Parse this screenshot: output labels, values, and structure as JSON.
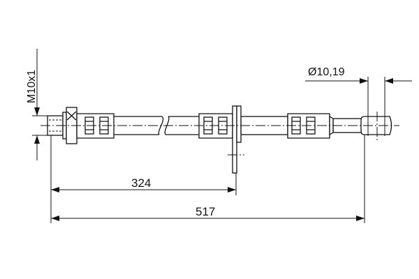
{
  "drawing": {
    "thread_label": "M10x1",
    "diameter_label": "Ø10,19",
    "dimension_short": "324",
    "dimension_total": "517"
  }
}
